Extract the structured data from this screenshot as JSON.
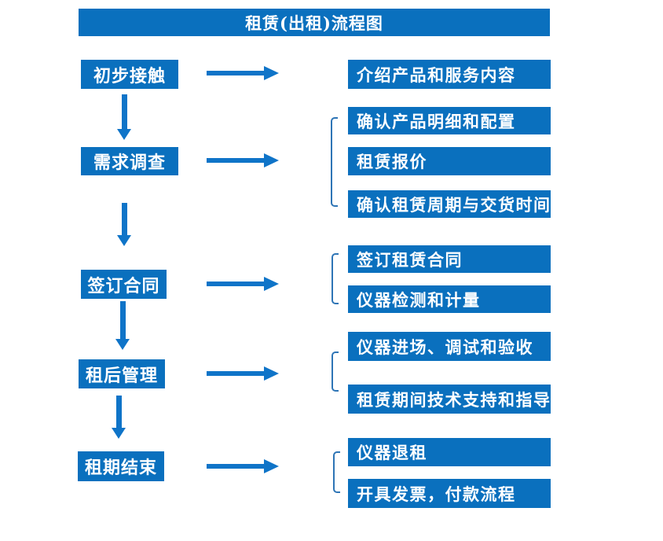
{
  "title": "租赁(出租)流程图",
  "colors": {
    "box_blue": "#0a70be",
    "arrow_blue": "#0f74c8",
    "bracket_blue": "#2e75b6",
    "text_white": "#ffffff"
  },
  "steps": [
    {
      "label": "初步接触",
      "details": [
        "介绍产品和服务内容"
      ]
    },
    {
      "label": "需求调查",
      "details": [
        "确认产品明细和配置",
        "租赁报价",
        "确认租赁周期与交货时间"
      ]
    },
    {
      "label": "签订合同",
      "details": [
        "签订租赁合同",
        "仪器检测和计量"
      ]
    },
    {
      "label": "租后管理",
      "details": [
        "仪器进场、调试和验收",
        "租赁期间技术支持和指导"
      ]
    },
    {
      "label": "租期结束",
      "details": [
        "仪器退租",
        "开具发票，付款流程"
      ]
    }
  ]
}
